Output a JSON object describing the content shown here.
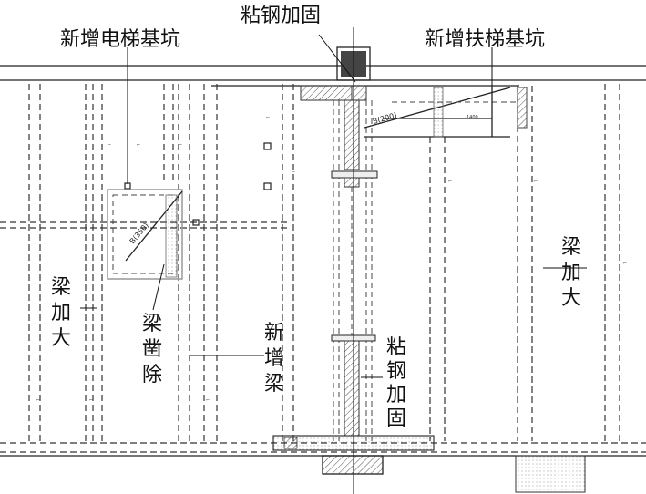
{
  "labels": {
    "elevator_pit": "新增电梯基坑",
    "steel_top": "粘钢加固",
    "escalator_pit": "新增扶梯基坑",
    "beam_enlarge_right": [
      "梁",
      "加",
      "大"
    ],
    "beam_enlarge_left": [
      "梁",
      "加",
      "大"
    ],
    "beam_remove": [
      "梁",
      "凿",
      "除"
    ],
    "new_beam": [
      "新",
      "增",
      "梁"
    ],
    "steel_mid": [
      "粘",
      "钢",
      "加",
      "固"
    ]
  },
  "annotations": {
    "elevator_section": "B(350)",
    "escalator_section": "B(200)",
    "dim": "1400"
  },
  "colors": {
    "line": "#222222",
    "hatch": "#555555",
    "column_fill": "#444444"
  }
}
